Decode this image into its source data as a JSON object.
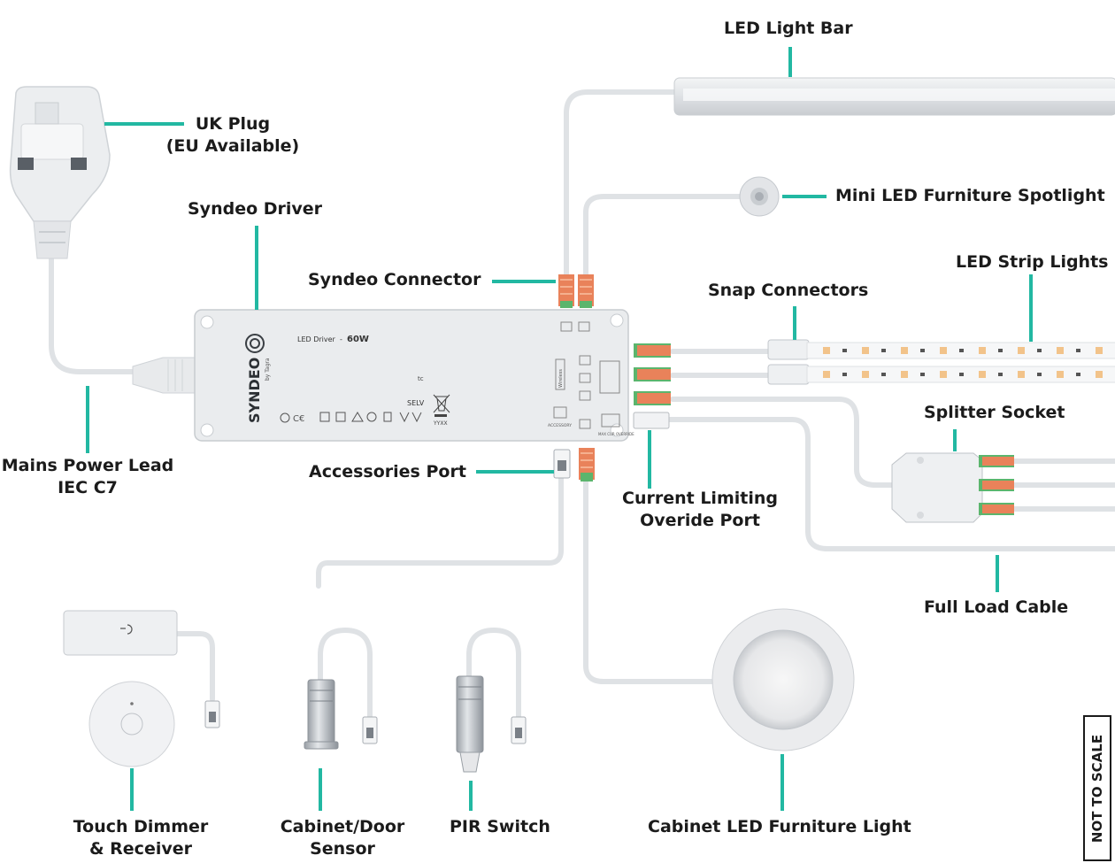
{
  "labels": {
    "led_light_bar": "LED Light Bar",
    "uk_plug": [
      "UK Plug",
      "(EU Available)"
    ],
    "syndeo_driver": "Syndeo Driver",
    "mini_spotlight": "Mini LED Furniture Spotlight",
    "syndeo_connector": "Syndeo Connector",
    "strip_lights": "LED Strip Lights",
    "snap_connectors": "Snap Connectors",
    "splitter_socket": "Splitter Socket",
    "mains_lead": [
      "Mains Power Lead",
      "IEC C7"
    ],
    "accessories_port": "Accessories Port",
    "current_limiting": [
      "Current Limiting",
      "Overide Port"
    ],
    "full_load_cable": "Full Load Cable",
    "touch_dimmer": [
      "Touch Dimmer",
      "& Receiver"
    ],
    "door_sensor": [
      "Cabinet/Door",
      "Sensor"
    ],
    "pir_switch": "PIR Switch",
    "furniture_light": "Cabinet LED Furniture Light",
    "not_to_scale": "NOT TO SCALE"
  },
  "driver": {
    "brand": "SYNDEO",
    "by": "by Tagra",
    "title": "LED Driver",
    "power": "60W",
    "selv": "SELV",
    "date_code": "YYXX",
    "tc": "tc",
    "accessory": "ACCESSORY",
    "wireless": "Wireless",
    "override": "MAX CUR OVERRIDE"
  },
  "colors": {
    "leader": "#22b8a2",
    "connector": "#e9825a",
    "connector_green": "#5bb56d",
    "device": "#e8eaec"
  }
}
